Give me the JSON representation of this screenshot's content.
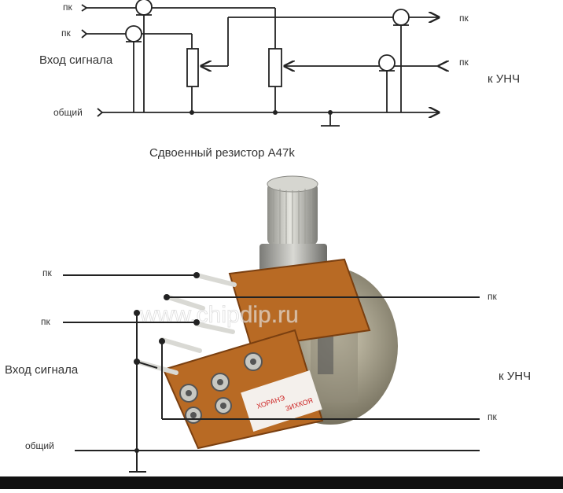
{
  "top": {
    "labels": {
      "pk1": "пк",
      "pk2": "пк",
      "input": "Вход сигнала",
      "common": "общий",
      "out_pk1": "пк",
      "out_pk2": "пк",
      "to_amp": "к УНЧ"
    },
    "caption": "Сдвоенный резистор  A47k"
  },
  "bottom": {
    "labels": {
      "pk_left1": "пк",
      "pk_left2": "пк",
      "input": "Вход сигнала",
      "common": "общий",
      "pk_right1": "пк",
      "pk_right2": "пк",
      "to_amp": "к УНЧ"
    },
    "watermark": "www.chipdip.ru",
    "board_text_1": "ХОРАНЭ",
    "board_text_2": "3ИХКОЯ"
  },
  "colors": {
    "wire": "#222222",
    "board": "#b86a24",
    "board_dark": "#7a3f10",
    "metal": "#c9c9c4",
    "metal_dark": "#8d8d88",
    "bottom_bar": "#111111"
  }
}
